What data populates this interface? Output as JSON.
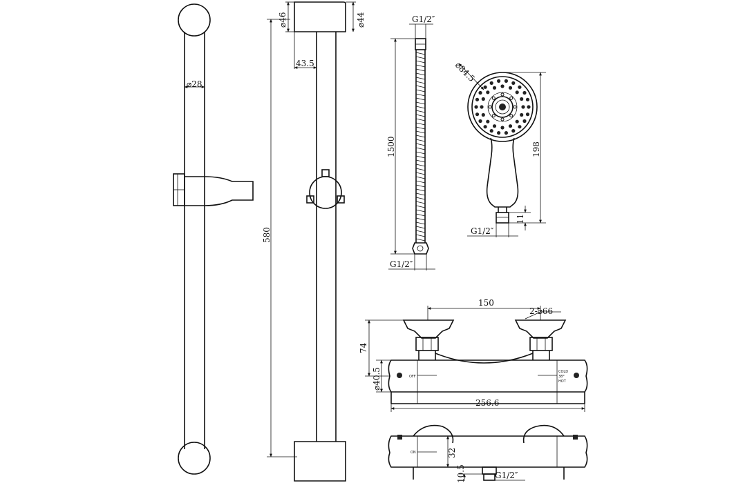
{
  "dimensions": {
    "rail_diameter": "⌀28",
    "bracket_diameter": "⌀46",
    "bracket_width": "⌀44",
    "wall_offset": "43.5",
    "rail_length": "580",
    "hose_top_thread": "G1/2″",
    "hose_length": "1500",
    "hose_bottom_thread": "G1/2″",
    "handset_diameter": "⌀84.5",
    "handset_length": "198",
    "handset_thread_length": "11",
    "handset_thread": "G1/2″",
    "valve_centres": "150",
    "valve_inlet_diameter": "2-⌀66",
    "valve_height": "74",
    "valve_body_diameter": "⌀40.5",
    "valve_length": "256.6",
    "valve_depth": "32",
    "outlet_length": "10.5",
    "outlet_thread": "G1/2″"
  },
  "markings": {
    "off_label": "OFF",
    "cold_label": "COLD",
    "temp_label": "38°",
    "hot_label": "HOT",
    "on_label": "ON"
  },
  "icons": [
    "arrow-icon",
    "nozzle-icon"
  ]
}
